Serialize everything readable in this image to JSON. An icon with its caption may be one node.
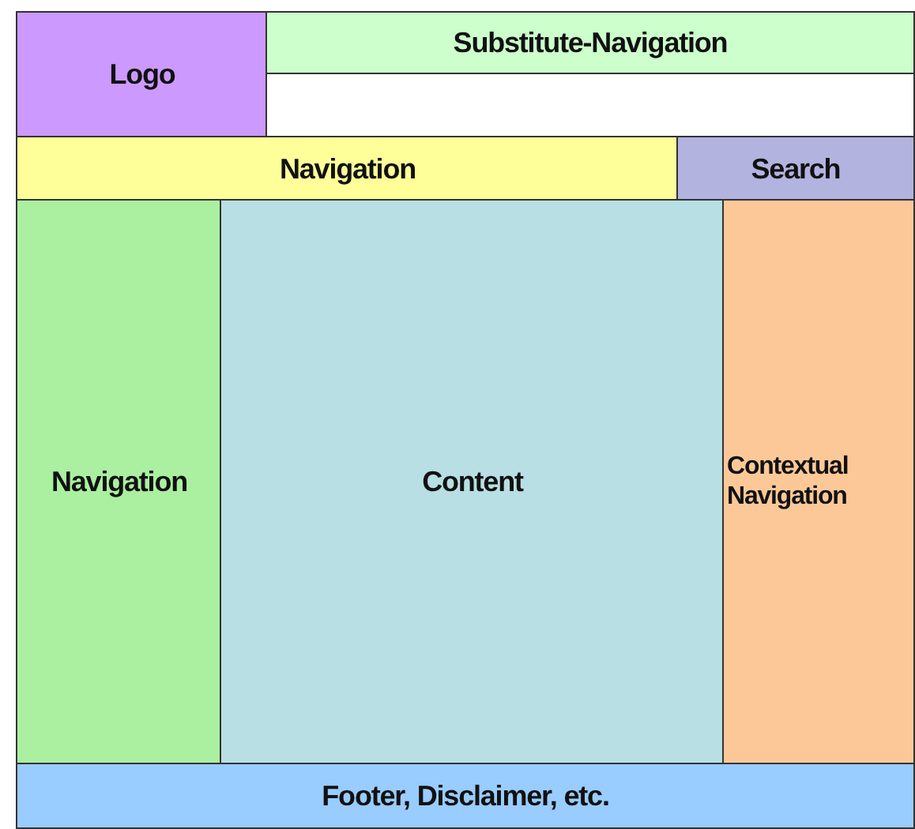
{
  "diagram": {
    "nodes": [
      {
        "text": [
          "Logo"
        ]
      },
      {
        "text": [
          "Substitute-Navigation"
        ]
      },
      {
        "text": [],
        "shape": "box"
      },
      {
        "text": [
          "Navigation"
        ]
      },
      {
        "text": [
          "Search"
        ]
      },
      {
        "text": [
          "Navigation"
        ]
      },
      {
        "text": [
          "Content"
        ]
      },
      {
        "text": [
          "Contextual Navigation"
        ]
      },
      {
        "text": [
          "Footer, Disclaimer, etc."
        ]
      }
    ]
  }
}
